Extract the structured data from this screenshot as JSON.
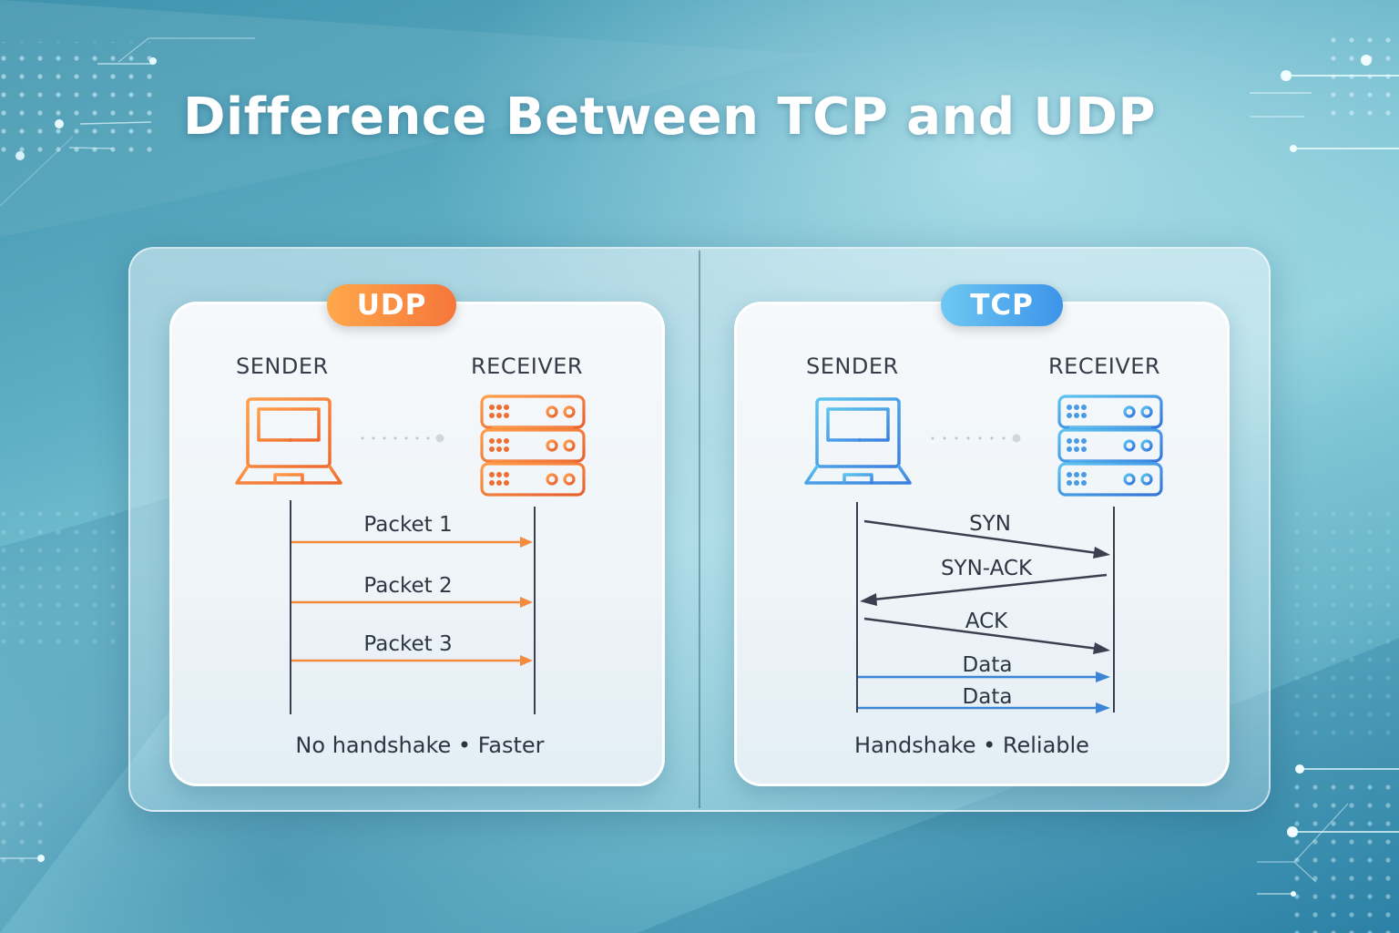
{
  "title": "Difference Between TCP and UDP",
  "colors": {
    "udp_accent": "#f5763a",
    "tcp_accent": "#3c94ea",
    "text_dark": "#2e3542",
    "lifeline": "#3a4050"
  },
  "panels": {
    "udp": {
      "badge": "UDP",
      "sender_label": "SENDER",
      "receiver_label": "RECEIVER",
      "sender_icon": "laptop-icon",
      "receiver_icon": "server-icon",
      "messages": [
        {
          "label": "Packet 1",
          "direction": "sender-to-receiver"
        },
        {
          "label": "Packet 2",
          "direction": "sender-to-receiver"
        },
        {
          "label": "Packet 3",
          "direction": "sender-to-receiver"
        }
      ],
      "footer": "No handshake • Faster"
    },
    "tcp": {
      "badge": "TCP",
      "sender_label": "SENDER",
      "receiver_label": "RECEIVER",
      "sender_icon": "laptop-icon",
      "receiver_icon": "server-icon",
      "messages": [
        {
          "label": "SYN",
          "direction": "sender-to-receiver"
        },
        {
          "label": "SYN-ACK",
          "direction": "receiver-to-sender"
        },
        {
          "label": "ACK",
          "direction": "sender-to-receiver"
        },
        {
          "label": "Data",
          "direction": "sender-to-receiver"
        },
        {
          "label": "Data",
          "direction": "sender-to-receiver"
        }
      ],
      "footer": "Handshake • Reliable"
    }
  }
}
